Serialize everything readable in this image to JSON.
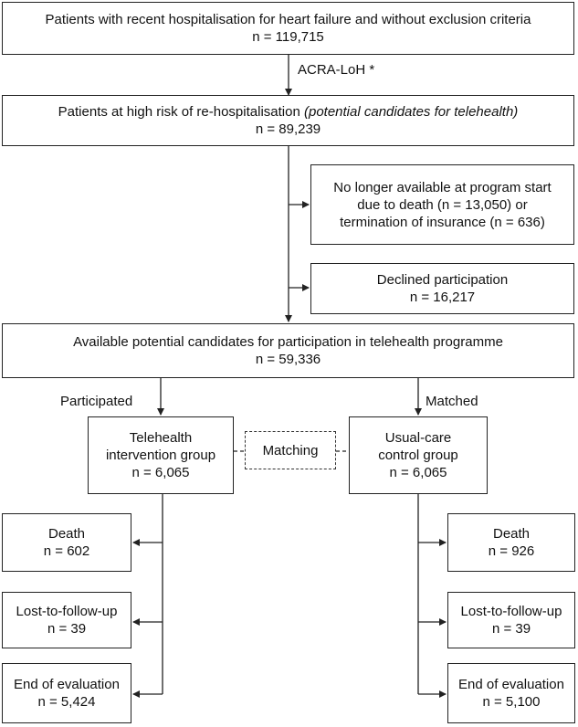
{
  "boxes": {
    "eligible": {
      "line1": "Patients with recent hospitalisation for heart failure and without exclusion criteria",
      "line2": "n = 119,715"
    },
    "high_risk": {
      "line1": "Patients at high risk of re-hospitalisation ",
      "line1_italic": "(potential candidates for telehealth)",
      "line2": "n = 89,239"
    },
    "unavailable": {
      "line1": "No longer available at program start",
      "line2": "due to death (n = 13,050) or",
      "line3": "termination of insurance (n = 636)"
    },
    "declined": {
      "line1": "Declined participation",
      "line2": "n = 16,217"
    },
    "available": {
      "line1": "Available potential candidates for participation in telehealth programme",
      "line2": "n = 59,336"
    },
    "telehealth": {
      "line1": "Telehealth",
      "line2": "intervention group",
      "line3": "n = 6,065"
    },
    "matching": {
      "line1": "Matching"
    },
    "usual_care": {
      "line1": "Usual-care",
      "line2": "control group",
      "line3": "n = 6,065"
    },
    "tele_death": {
      "line1": "Death",
      "line2": "n = 602"
    },
    "tele_lost": {
      "line1": "Lost-to-follow-up",
      "line2": "n = 39"
    },
    "tele_end": {
      "line1": "End of evaluation",
      "line2": "n = 5,424"
    },
    "ctrl_death": {
      "line1": "Death",
      "line2": "n = 926"
    },
    "ctrl_lost": {
      "line1": "Lost-to-follow-up",
      "line2": "n = 39"
    },
    "ctrl_end": {
      "line1": "End of evaluation",
      "line2": "n = 5,100"
    }
  },
  "labels": {
    "acra": "ACRA-LoH *",
    "participated": "Participated",
    "matched": "Matched"
  }
}
